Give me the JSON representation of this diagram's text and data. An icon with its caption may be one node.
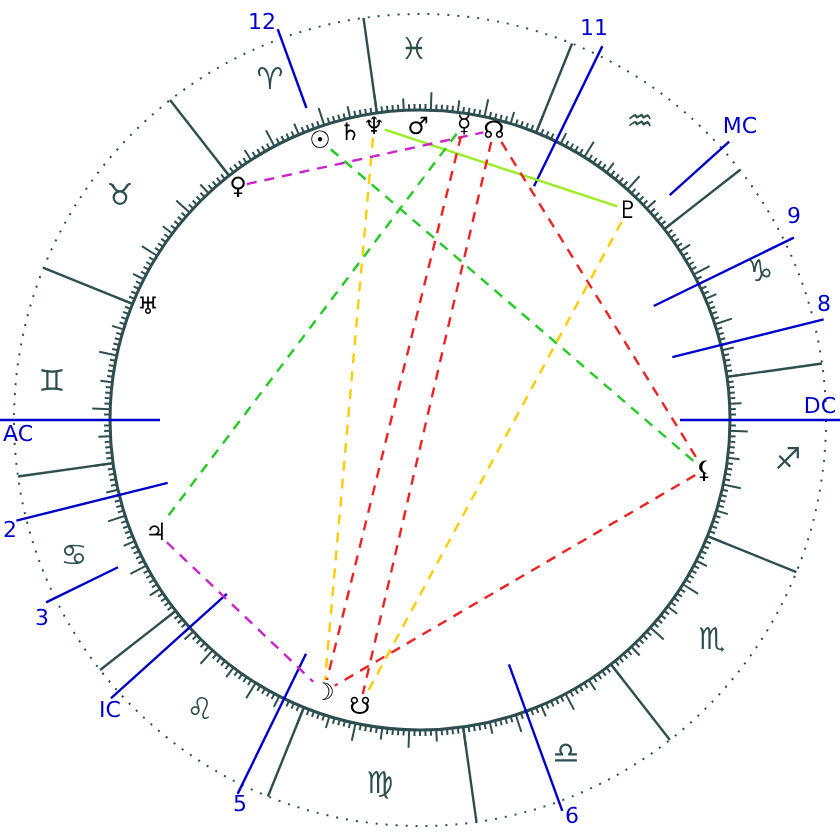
{
  "diagram": {
    "nodes": [
      {
        "text": [
          "☉"
        ]
      },
      {
        "text": [
          "♄"
        ]
      },
      {
        "text": [
          "♆"
        ]
      },
      {
        "text": [
          "♂"
        ]
      },
      {
        "text": [
          "☿"
        ]
      },
      {
        "text": [
          "☊"
        ]
      },
      {
        "text": [
          "♀"
        ]
      },
      {
        "text": [
          "♅"
        ]
      },
      {
        "text": [
          "♇"
        ]
      },
      {
        "text": [
          "⚸"
        ]
      },
      {
        "text": [
          "♃"
        ]
      },
      {
        "text": [
          "☽"
        ]
      },
      {
        "text": [
          "☋"
        ]
      }
    ],
    "edges": [
      {
        "from": 2,
        "to": 11,
        "arrow": "none",
        "style": "dashed",
        "color": "#ffcc00"
      },
      {
        "from": 2,
        "to": 8,
        "arrow": "none",
        "color": "#99ee22"
      },
      {
        "from": 0,
        "to": 9,
        "arrow": "none",
        "style": "dashed",
        "color": "#22cc22"
      },
      {
        "from": 4,
        "to": 10,
        "arrow": "none",
        "style": "dashed",
        "color": "#22cc22"
      },
      {
        "from": 6,
        "to": 5,
        "arrow": "none",
        "style": "dashed",
        "color": "#cc22cc"
      },
      {
        "from": 10,
        "to": 11,
        "arrow": "none",
        "style": "dashed",
        "color": "#cc22cc"
      },
      {
        "from": 4,
        "to": 11,
        "arrow": "none",
        "style": "dashed",
        "color": "#ee2222"
      },
      {
        "from": 5,
        "to": 12,
        "arrow": "none",
        "style": "dashed",
        "color": "#ee2222"
      },
      {
        "from": 5,
        "to": 9,
        "arrow": "none",
        "style": "dashed",
        "color": "#ee2222"
      },
      {
        "from": 9,
        "to": 11,
        "arrow": "none",
        "style": "dashed",
        "color": "#ee2222"
      },
      {
        "from": 8,
        "to": 12,
        "arrow": "none",
        "style": "dashed",
        "color": "#ffcc00"
      }
    ],
    "labels": [
      "12",
      "11",
      "♓",
      "♈",
      "♒",
      "MC",
      "♉",
      "9",
      "♑",
      "8",
      "♊",
      "DC",
      "AC",
      "♐",
      "2",
      "♋",
      "3",
      "♏",
      "IC",
      "♌",
      "♎",
      "5",
      "♍",
      "6"
    ]
  }
}
